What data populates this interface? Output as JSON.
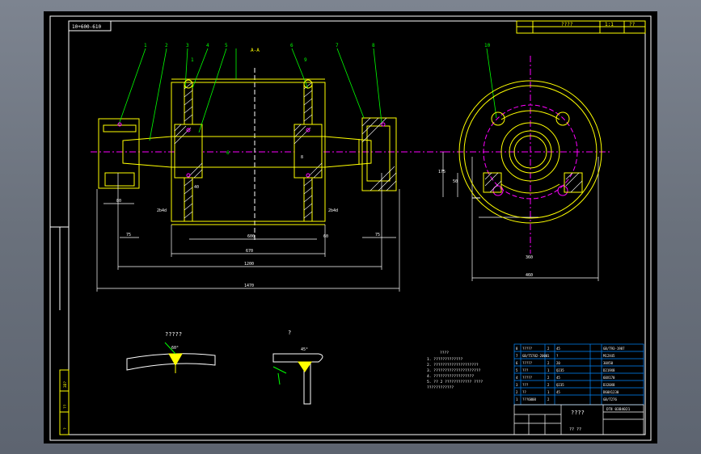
{
  "drawing": {
    "code_stamp": "10+600-610",
    "title_block_top": [
      "????",
      "1:1",
      "??"
    ],
    "section_tag": "A-A",
    "balloons": [
      "1",
      "2",
      "3",
      "4",
      "5",
      "6",
      "7",
      "8",
      "9",
      "10",
      "1",
      "6"
    ],
    "dimensions": {
      "d80": "80",
      "d75_left": "75",
      "d75_right": "75",
      "d600": "600",
      "d670": "670",
      "d1200": "1200",
      "d1470": "1470",
      "d60": "60",
      "d360": "360",
      "d460": "460",
      "d175": "175",
      "d50": "50",
      "d40": "40",
      "d8": "8"
    },
    "weld_labels": [
      "2b4d",
      "2b4d"
    ],
    "detail_caption_left": "?????",
    "detail_caption_right": "?",
    "detail_angle_left": "60°",
    "detail_angle_right": "45°",
    "notes_title": "????",
    "notes": [
      "1. ?????????????",
      "2. ????????????????????",
      "3. ?????????????????????",
      "4. ??????????????????",
      "5. ?? 2 ???????????? ????",
      "    ????????????"
    ],
    "bom_rows": [
      [
        "8",
        "?????",
        "2",
        "45",
        "GB/T93-1987"
      ],
      [
        "7",
        "GB/T5782-2000",
        "1",
        "?",
        "M12X45"
      ],
      [
        "6",
        "?????",
        "2",
        "20",
        "30X50"
      ],
      [
        "5",
        "???",
        "1",
        "Q235",
        "D219X8"
      ],
      [
        "4",
        "?????",
        "2",
        "45",
        "60X170"
      ],
      [
        "3",
        "???",
        "2",
        "Q235",
        "D320X8"
      ],
      [
        "2",
        "??",
        "1",
        "45",
        "D60X1230"
      ],
      [
        "1",
        "???6008",
        "2",
        "",
        "GB/T276"
      ]
    ],
    "bom_header": [
      "??",
      "??",
      "??",
      "??",
      "??"
    ],
    "title_block_name": "????",
    "title_block_code": "DTⅡ 03B4021",
    "title_block_sub": "??  ??",
    "side_labels": [
      "3D?",
      "??",
      "?"
    ]
  }
}
